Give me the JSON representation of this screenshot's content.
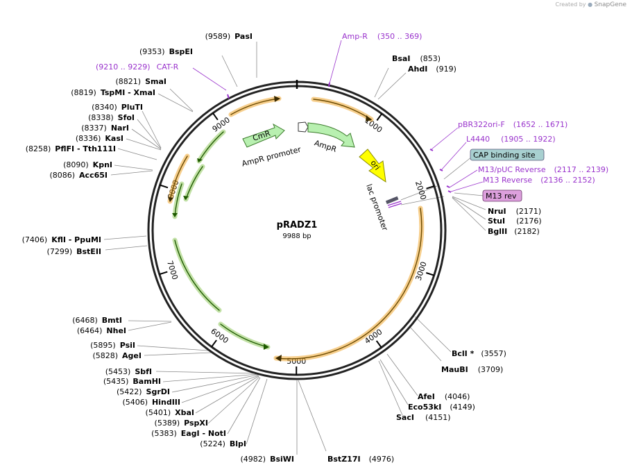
{
  "credit": {
    "prefix": "Created by",
    "brand": "SnapGene"
  },
  "title": "pRADZ1",
  "length_label": "9988 bp",
  "colors": {
    "enzyme_text": "#000000",
    "primer_text": "#9932cc",
    "orange": "#f0a830",
    "green": "#9acd6a",
    "ori": "#ffff00",
    "cap_box": "#a8d0d0",
    "m13_box": "#dda0dd"
  },
  "ticks": [
    "1000",
    "2000",
    "3000",
    "4000",
    "5000",
    "6000",
    "7000",
    "8000",
    "9000"
  ],
  "inner_features": [
    {
      "label": "CmR",
      "kind": "green-arrow"
    },
    {
      "label": "AmpR promoter",
      "kind": "promoter"
    },
    {
      "label": "AmpR",
      "kind": "green-arrow"
    },
    {
      "label": "ori",
      "kind": "yellow-arrow"
    },
    {
      "label": "lac promoter",
      "kind": "promoter"
    }
  ],
  "enzymes_right": [
    {
      "name": "BsaI",
      "pos": "(853)"
    },
    {
      "name": "AhdI",
      "pos": "(919)"
    },
    {
      "name": "NruI",
      "pos": "(2171)"
    },
    {
      "name": "StuI",
      "pos": "(2176)"
    },
    {
      "name": "BglII",
      "pos": "(2182)"
    },
    {
      "name": "BclI *",
      "pos": "(3557)"
    },
    {
      "name": "MauBI",
      "pos": "(3709)"
    },
    {
      "name": "AfeI",
      "pos": "(4046)"
    },
    {
      "name": "Eco53kI",
      "pos": "(4149)"
    },
    {
      "name": "SacI",
      "pos": "(4151)"
    },
    {
      "name": "BstZ17I",
      "pos": "(4976)"
    }
  ],
  "enzymes_left": [
    {
      "name": "PasI",
      "pos": "(9589)"
    },
    {
      "name": "BspEI",
      "pos": "(9353)"
    },
    {
      "name": "SmaI",
      "pos": "(8821)"
    },
    {
      "name": "TspMI  - XmaI",
      "pos": "(8819)"
    },
    {
      "name": "PluTI",
      "pos": "(8340)"
    },
    {
      "name": "SfoI",
      "pos": "(8338)"
    },
    {
      "name": "NarI",
      "pos": "(8337)"
    },
    {
      "name": "KasI",
      "pos": "(8336)"
    },
    {
      "name": "PflFI  - Tth111I",
      "pos": "(8258)"
    },
    {
      "name": "KpnI",
      "pos": "(8090)"
    },
    {
      "name": "Acc65I",
      "pos": "(8086)"
    },
    {
      "name": "KflI  - PpuMI",
      "pos": "(7406)"
    },
    {
      "name": "BstEII",
      "pos": "(7299)"
    },
    {
      "name": "BmtI",
      "pos": "(6468)"
    },
    {
      "name": "NheI",
      "pos": "(6464)"
    },
    {
      "name": "PsiI",
      "pos": "(5895)"
    },
    {
      "name": "AgeI",
      "pos": "(5828)"
    },
    {
      "name": "SbfI",
      "pos": "(5453)"
    },
    {
      "name": "BamHI",
      "pos": "(5435)"
    },
    {
      "name": "SgrDI",
      "pos": "(5422)"
    },
    {
      "name": "HindIII",
      "pos": "(5406)"
    },
    {
      "name": "XbaI",
      "pos": "(5401)"
    },
    {
      "name": "PspXI",
      "pos": "(5389)"
    },
    {
      "name": "EagI  - NotI",
      "pos": "(5383)"
    },
    {
      "name": "BlpI",
      "pos": "(5224)"
    },
    {
      "name": "BsiWI",
      "pos": "(4982)"
    }
  ],
  "primers": [
    {
      "name": "Amp-R",
      "range": "(350 .. 369)"
    },
    {
      "name": "CAT-R",
      "range": "(9210 .. 9229)"
    },
    {
      "name": "pBR322ori-F",
      "range": "(1652 .. 1671)"
    },
    {
      "name": "L4440",
      "range": "(1905 .. 1922)"
    },
    {
      "name": "M13/pUC Reverse",
      "range": "(2117 .. 2139)"
    },
    {
      "name": "M13 Reverse",
      "range": "(2136 .. 2152)"
    }
  ],
  "boxed_features": [
    {
      "name": "CAP binding site"
    },
    {
      "name": "M13 rev"
    }
  ]
}
